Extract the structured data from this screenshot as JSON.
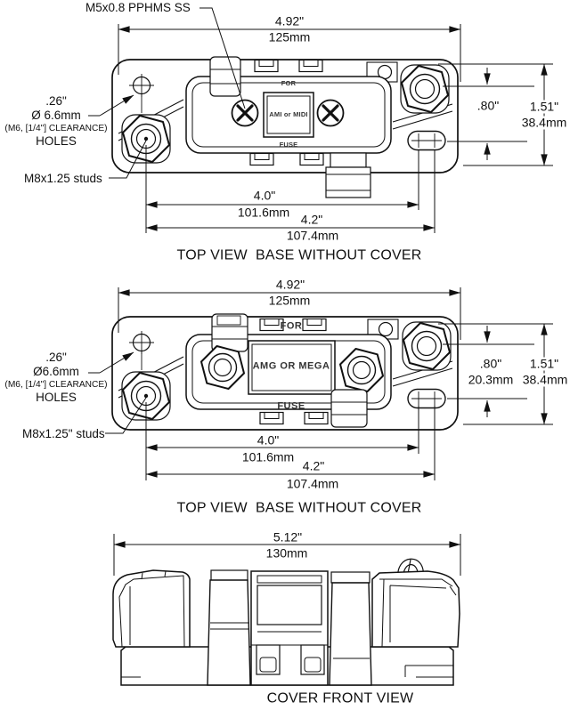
{
  "drawing": {
    "background": "#ffffff",
    "line_color": "#111111",
    "views": [
      {
        "id": "top-view-ami-midi",
        "caption": "TOP VIEW  BASE WITHOUT COVER",
        "labels": {
          "screw": "M5x0.8 PPHMS SS",
          "hole_line1": ".26\"",
          "hole_line2": "Ø 6.6mm",
          "hole_line3": "(M6, [1/4\"] CLEARANCE)",
          "hole_line4": "HOLES",
          "studs": "M8x1.25 studs"
        },
        "fuse_plate": {
          "line1": "FOR",
          "line2": "AMI or MIDI",
          "line3": "FUSE"
        },
        "dimensions": {
          "overall_width_in": "4.92\"",
          "overall_width_mm": "125mm",
          "stud_to_slot_in": ".80\"",
          "overall_height_in": "1.51\"",
          "overall_height_mm": "38.4mm",
          "stud_span_in": "4.0\"",
          "stud_span_mm": "101.6mm",
          "slot_span_in": "4.2\"",
          "slot_span_mm": "107.4mm"
        }
      },
      {
        "id": "top-view-amg-mega",
        "caption": "TOP VIEW  BASE WITHOUT COVER",
        "labels": {
          "hole_line1": ".26\"",
          "hole_line2": "Ø6.6mm",
          "hole_line3": "(M6, [1/4\"] CLEARANCE)",
          "hole_line4": "HOLES",
          "studs": "M8x1.25\" studs"
        },
        "fuse_plate": {
          "line1": "FOR",
          "line2": "AMG OR MEGA",
          "line3": "FUSE"
        },
        "dimensions": {
          "overall_width_in": "4.92\"",
          "overall_width_mm": "125mm",
          "stud_to_slot_in": ".80\"",
          "stud_to_slot_mm": "20.3mm",
          "overall_height_in": "1.51\"",
          "overall_height_mm": "38.4mm",
          "stud_span_in": "4.0\"",
          "stud_span_mm": "101.6mm",
          "slot_span_in": "4.2\"",
          "slot_span_mm": "107.4mm"
        }
      },
      {
        "id": "cover-front-view",
        "caption": "COVER FRONT VIEW",
        "dimensions": {
          "overall_width_in": "5.12\"",
          "overall_width_mm": "130mm"
        }
      }
    ]
  }
}
